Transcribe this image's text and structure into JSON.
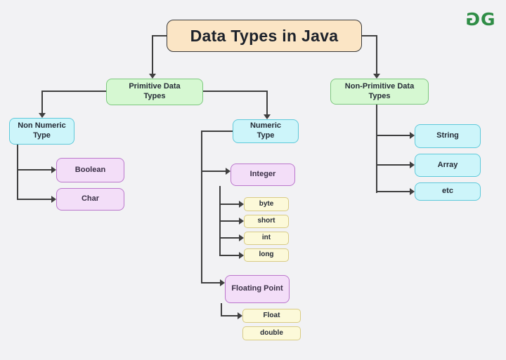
{
  "title": {
    "label": "Data Types in Java"
  },
  "logo": {
    "name": "geeksforgeeks-logo",
    "color": "#2f8d46"
  },
  "nodes": {
    "primitive": {
      "label": "Primitive Data\nTypes"
    },
    "non_primitive": {
      "label": "Non-Primitive Data\nTypes"
    },
    "non_numeric": {
      "label": "Non Numeric\nType"
    },
    "numeric": {
      "label": "Numeric\nType"
    },
    "boolean": {
      "label": "Boolean"
    },
    "char": {
      "label": "Char"
    },
    "integer": {
      "label": "Integer"
    },
    "byte": {
      "label": "byte"
    },
    "short": {
      "label": "short"
    },
    "int": {
      "label": "int"
    },
    "long": {
      "label": "long"
    },
    "floating_point": {
      "label": "Floating Point"
    },
    "float": {
      "label": "Float"
    },
    "double": {
      "label": "double"
    },
    "string": {
      "label": "String"
    },
    "array": {
      "label": "Array"
    },
    "etc": {
      "label": "etc"
    }
  },
  "edges": [
    {
      "from": "Data Types in Java",
      "to": "Primitive Data Types"
    },
    {
      "from": "Data Types in Java",
      "to": "Non-Primitive Data Types"
    },
    {
      "from": "Primitive Data Types",
      "to": "Non Numeric Type"
    },
    {
      "from": "Primitive Data Types",
      "to": "Numeric Type"
    },
    {
      "from": "Non Numeric Type",
      "to": "Boolean"
    },
    {
      "from": "Non Numeric Type",
      "to": "Char"
    },
    {
      "from": "Numeric Type",
      "to": "Integer"
    },
    {
      "from": "Numeric Type",
      "to": "Floating Point"
    },
    {
      "from": "Integer",
      "to": "byte"
    },
    {
      "from": "Integer",
      "to": "short"
    },
    {
      "from": "Integer",
      "to": "int"
    },
    {
      "from": "Integer",
      "to": "long"
    },
    {
      "from": "Floating Point",
      "to": "Float"
    },
    {
      "from": "Floating Point",
      "to": "double"
    },
    {
      "from": "Non-Primitive Data Types",
      "to": "String"
    },
    {
      "from": "Non-Primitive Data Types",
      "to": "Array"
    },
    {
      "from": "Non-Primitive Data Types",
      "to": "etc"
    }
  ],
  "colors": {
    "background": "#f2f2f4",
    "title_fill": "#fbe5c5",
    "green_fill": "#d6f8d2",
    "cyan_fill": "#cdf5fa",
    "purple_fill": "#f3def8",
    "yellow_fill": "#fcf9d9",
    "line": "#3f3f3f",
    "logo_green": "#2f8d46"
  }
}
